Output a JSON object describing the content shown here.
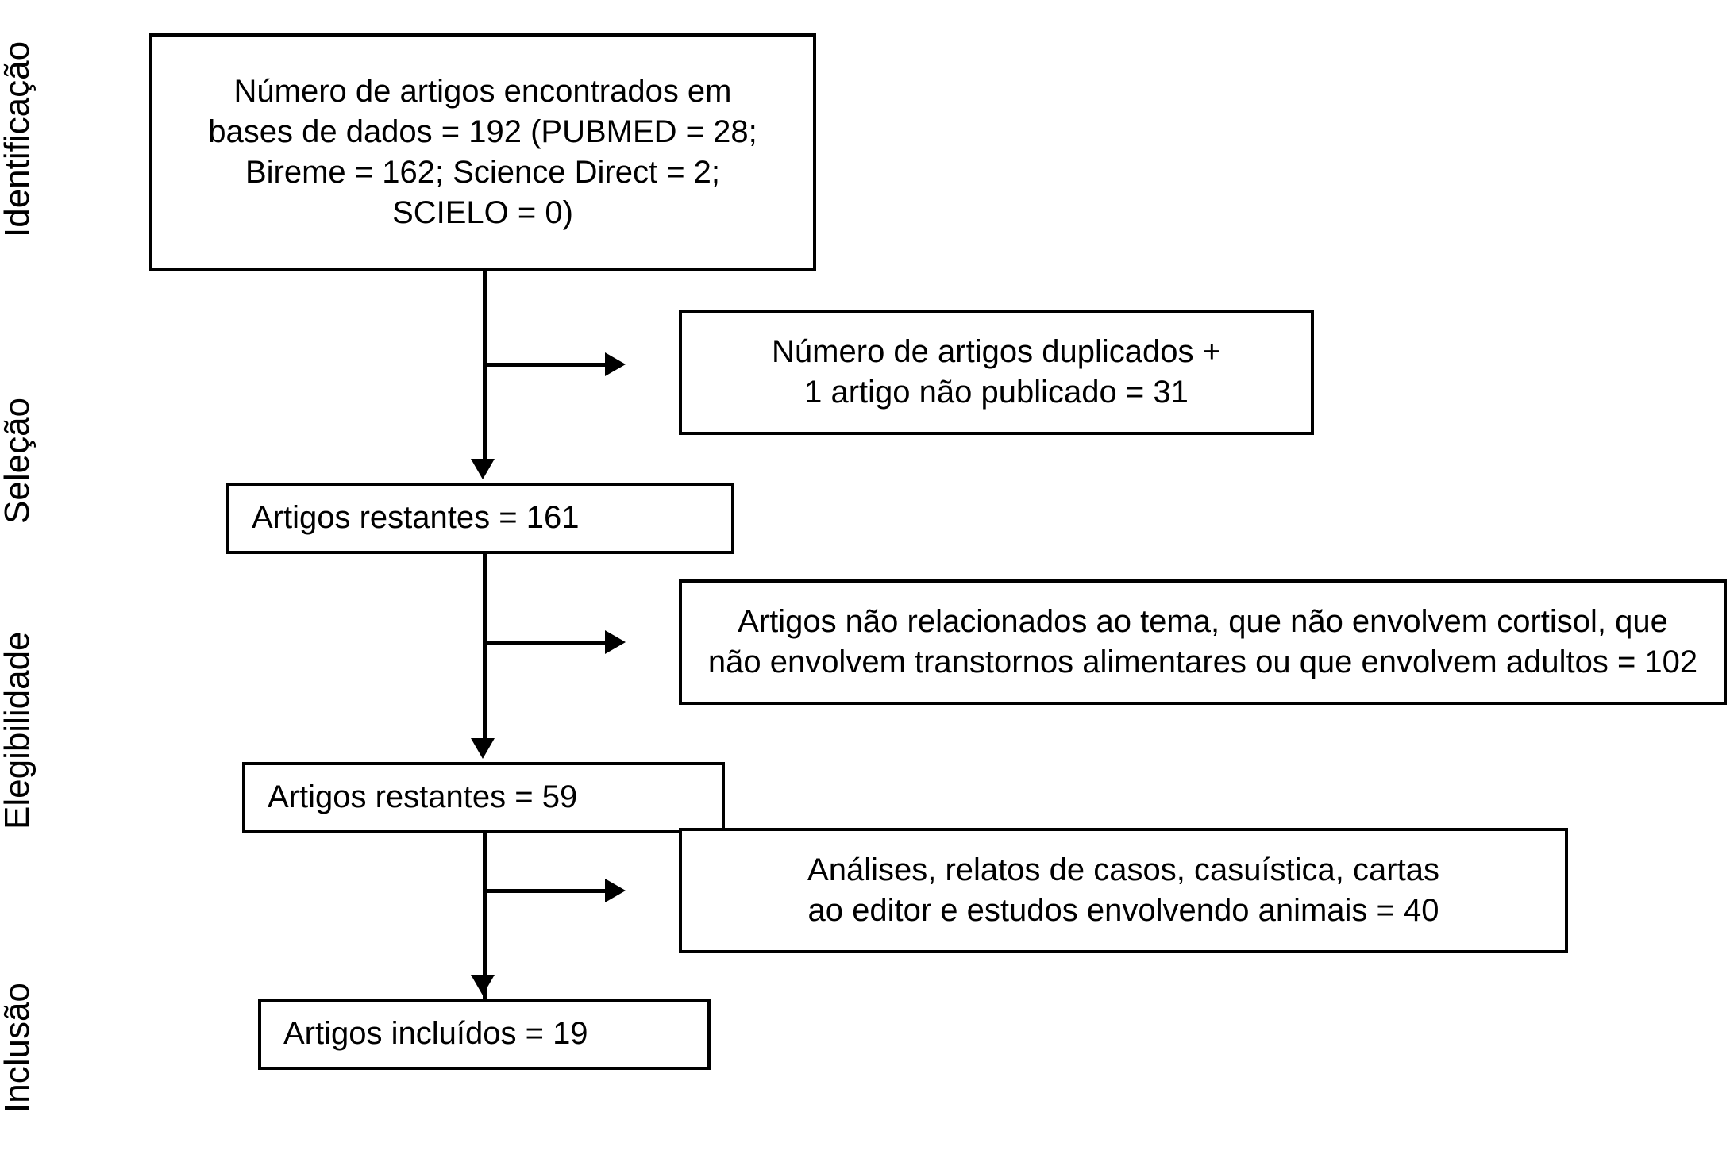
{
  "diagram": {
    "type": "prisma-flow-diagram",
    "language": "pt-BR",
    "colors": {
      "line": "#000000",
      "box_border": "#000000",
      "background": "#ffffff",
      "text": "#000000"
    },
    "stages": [
      {
        "id": "identificacao",
        "label": "Identificação"
      },
      {
        "id": "selecao",
        "label": "Seleção"
      },
      {
        "id": "elegibilidade",
        "label": "Elegibilidade"
      },
      {
        "id": "inclusao",
        "label": "Inclusão"
      }
    ],
    "boxes": [
      {
        "id": "identified",
        "stage": "identificacao",
        "text": "Número de artigos encontrados em\nbases de dados = 192 (PUBMED = 28;\nBireme = 162; Science Direct = 2;\nSCIELO = 0)",
        "total": 192,
        "sources": [
          {
            "name": "PUBMED",
            "count": 28
          },
          {
            "name": "Bireme",
            "count": 162
          },
          {
            "name": "Science Direct",
            "count": 2
          },
          {
            "name": "SCIELO",
            "count": 0
          }
        ]
      },
      {
        "id": "duplicates",
        "stage": "selecao",
        "kind": "exclusion",
        "text": "Número de artigos duplicados +\n1 artigo não publicado = 31",
        "count": 31
      },
      {
        "id": "remaining161",
        "stage": "selecao",
        "text": "Artigos restantes = 161",
        "count": 161
      },
      {
        "id": "excluded102",
        "stage": "elegibilidade",
        "kind": "exclusion",
        "text": "Artigos não relacionados ao tema, que não envolvem cortisol, que\nnão envolvem transtornos alimentares ou que envolvem adultos = 102",
        "count": 102
      },
      {
        "id": "remaining59",
        "stage": "elegibilidade",
        "text": "Artigos restantes = 59",
        "count": 59
      },
      {
        "id": "excluded40",
        "stage": "elegibilidade",
        "kind": "exclusion",
        "text": "Análises, relatos de casos, casuística, cartas\nao editor e estudos envolvendo animais = 40",
        "count": 40
      },
      {
        "id": "included19",
        "stage": "inclusao",
        "text": "Artigos incluídos = 19",
        "count": 19
      }
    ],
    "connectors": [
      {
        "id": "identified-to-remaining161",
        "direction": "down",
        "arrowhead": true
      },
      {
        "id": "identified-to-duplicates",
        "direction": "right",
        "arrowhead": true
      },
      {
        "id": "remaining161-to-remaining59",
        "direction": "down",
        "arrowhead": true
      },
      {
        "id": "remaining161-to-excluded102",
        "direction": "right",
        "arrowhead": true
      },
      {
        "id": "remaining59-to-included19",
        "direction": "down",
        "arrowhead": true
      },
      {
        "id": "remaining59-to-excluded40",
        "direction": "right",
        "arrowhead": true
      }
    ]
  }
}
